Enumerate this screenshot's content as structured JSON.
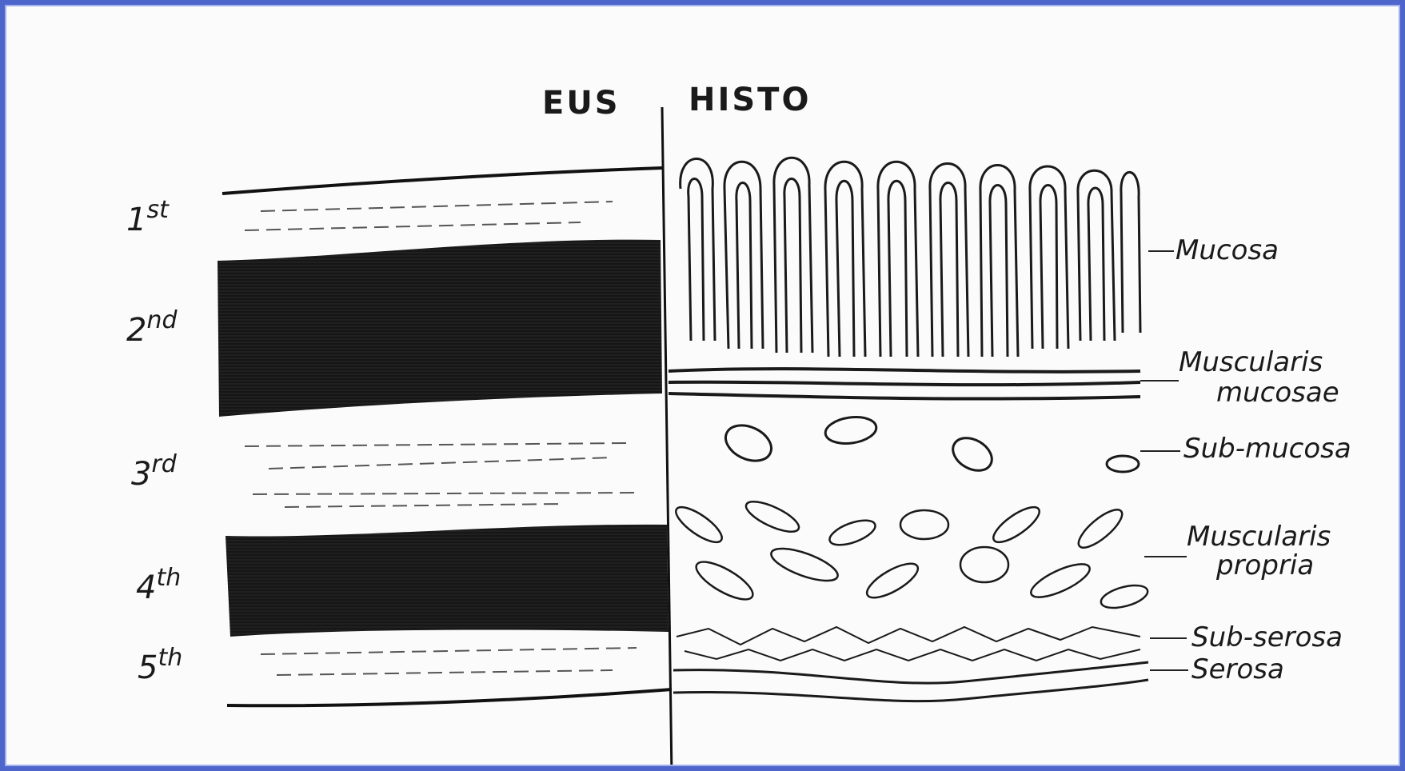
{
  "headers": {
    "left": "EUS",
    "right": "HISTO"
  },
  "layers": [
    {
      "num": "1",
      "suffix": "st"
    },
    {
      "num": "2",
      "suffix": "nd"
    },
    {
      "num": "3",
      "suffix": "rd"
    },
    {
      "num": "4",
      "suffix": "th"
    },
    {
      "num": "5",
      "suffix": "th"
    }
  ],
  "histology_labels": [
    {
      "lines": [
        "Mucosa"
      ]
    },
    {
      "lines": [
        "Muscularis",
        "mucosae"
      ]
    },
    {
      "lines": [
        "Sub-mucosa"
      ]
    },
    {
      "lines": [
        "Muscularis",
        "propria"
      ]
    },
    {
      "lines": [
        "Sub-serosa"
      ]
    },
    {
      "lines": [
        "Serosa"
      ]
    }
  ],
  "colors": {
    "frame": "#4e66cc",
    "ink": "#1a1a1a",
    "paper": "#fbfbfb"
  }
}
